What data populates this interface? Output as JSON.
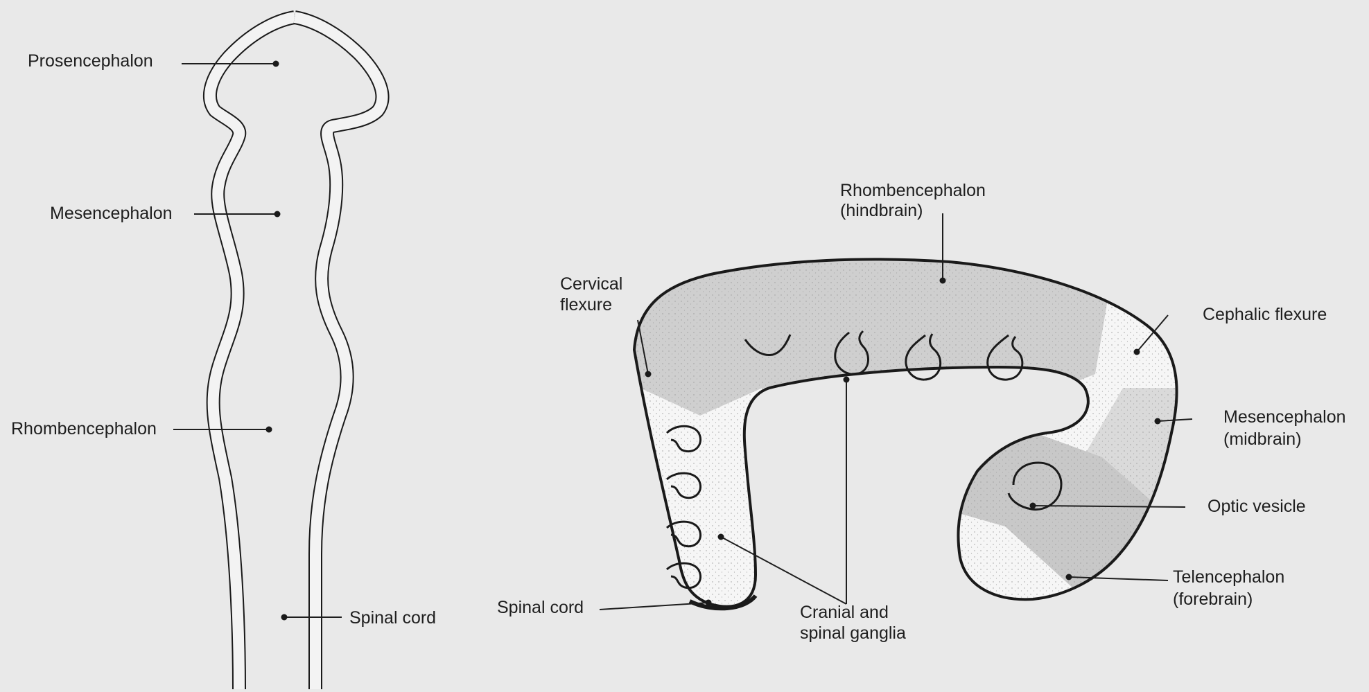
{
  "left_figure": {
    "labels": {
      "prosencephalon": "Prosencephalon",
      "mesencephalon": "Mesencephalon",
      "rhombencephalon": "Rhombencephalon",
      "spinal_cord": "Spinal cord"
    }
  },
  "right_figure": {
    "labels": {
      "rhombencephalon": "Rhombencephalon",
      "rhombencephalon_sub": "(hindbrain)",
      "cervical_flexure_1": "Cervical",
      "cervical_flexure_2": "flexure",
      "cephalic_flexure": "Cephalic flexure",
      "mesencephalon": "Mesencephalon",
      "mesencephalon_sub": "(midbrain)",
      "optic_vesicle": "Optic vesicle",
      "telencephalon": "Telencephalon",
      "telencephalon_sub": "(forebrain)",
      "spinal_cord": "Spinal cord",
      "ganglia_1": "Cranial and",
      "ganglia_2": "spinal ganglia"
    }
  },
  "colors": {
    "background": "#e9e9e9",
    "tube_fill": "#f6f6f6",
    "dark_region": "#cfcfcf",
    "mid_region": "#dadada",
    "outline": "#1a1a1a"
  }
}
